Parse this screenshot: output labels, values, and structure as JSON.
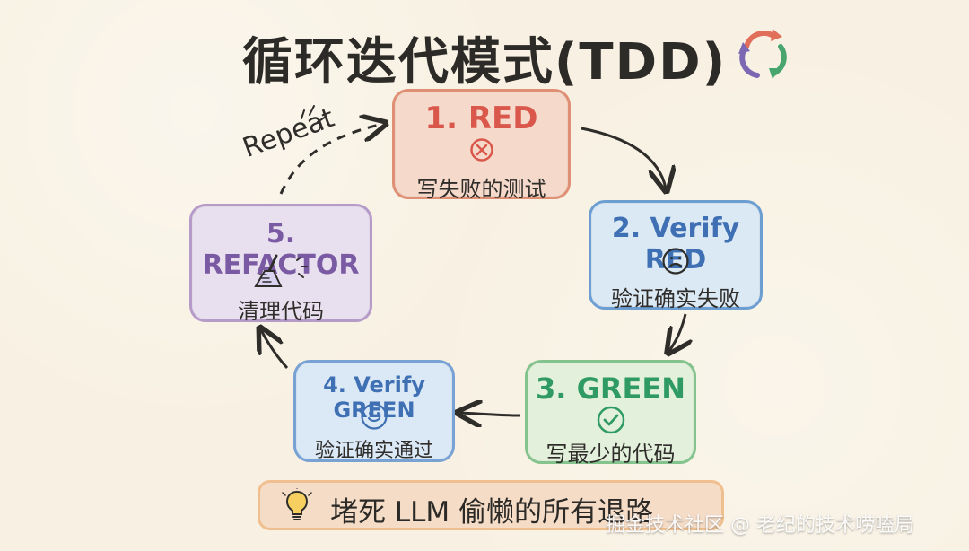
{
  "title": "循环迭代模式(TDD)",
  "steps": [
    {
      "title": "1. RED",
      "description": "写失败的测试",
      "icon": "x-circle-icon"
    },
    {
      "title": "2. Verify RED",
      "description": "验证确实失败",
      "icon": "sad-face-icon"
    },
    {
      "title": "3. GREEN",
      "description": "写最少的代码",
      "icon": "check-circle-icon"
    },
    {
      "title": "4. Verify GREEN",
      "description": "验证确实通过",
      "icon": "smile-face-icon"
    },
    {
      "title": "5. REFACTOR",
      "description": "清理代码",
      "icon": "broom-icon"
    }
  ],
  "repeat_label": "Repeat",
  "tip": {
    "text": "堵死 LLM 偷懒的所有退路",
    "icon": "lightbulb-icon"
  },
  "watermark": "掘金技术社区 @ 老纪的技术唠嗑局",
  "colors": {
    "background": "#f8f1e3",
    "red": "#d9584b",
    "blue": "#3f70b4",
    "green": "#2f9a63",
    "purple": "#7a5aa2"
  }
}
